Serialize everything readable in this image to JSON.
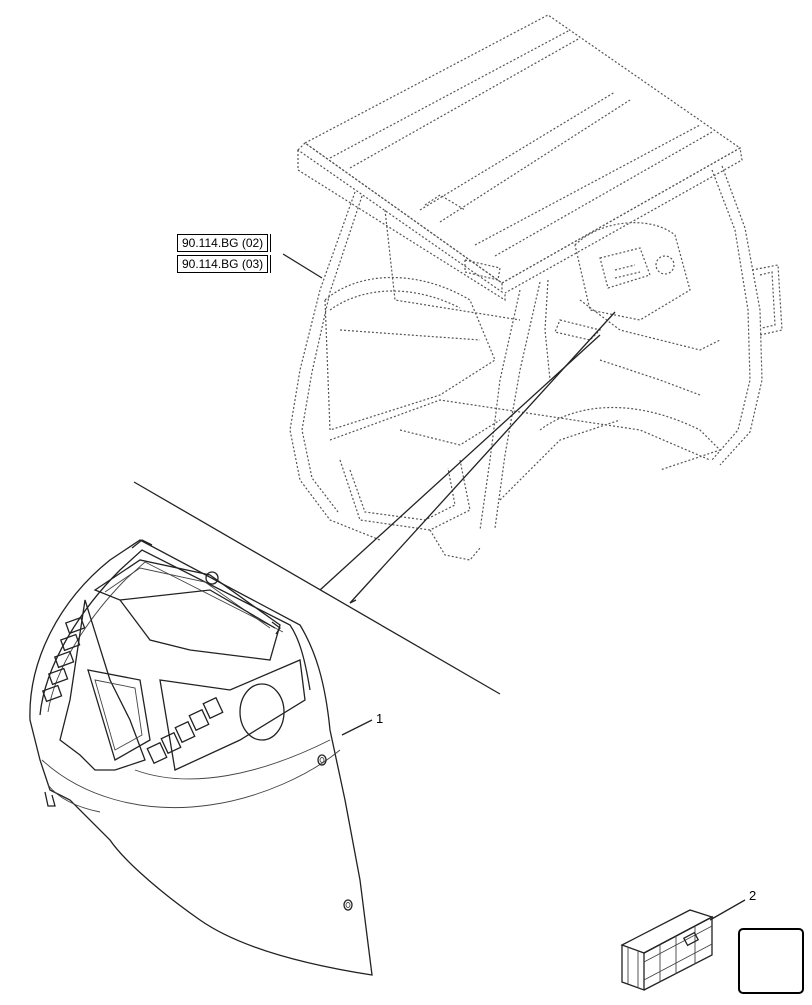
{
  "references": [
    {
      "code": "90.114.BG (02)"
    },
    {
      "code": "90.114.BG (03)"
    }
  ],
  "callouts": [
    {
      "number": "1"
    },
    {
      "number": "2"
    }
  ],
  "icons": {
    "nav": "next-page-arrow-icon",
    "kit": "parts-kit-box-icon"
  }
}
